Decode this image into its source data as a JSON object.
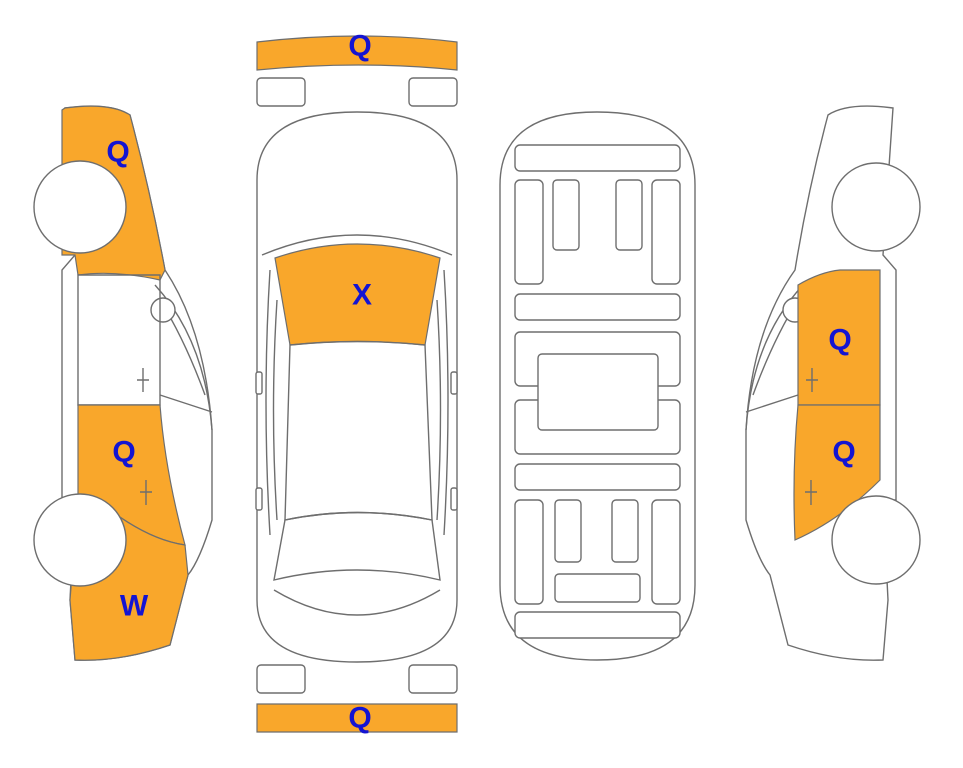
{
  "colors": {
    "highlight": "#f9a72b",
    "label": "#1414d2",
    "outline": "#6e6e6e"
  },
  "labels": {
    "front_bumper": "Q",
    "rear_bumper": "Q",
    "hood": "X",
    "left_front_fender": "Q",
    "left_rear_door": "Q",
    "left_rear_quarter": "W",
    "right_front_door": "Q",
    "right_rear_door": "Q"
  }
}
